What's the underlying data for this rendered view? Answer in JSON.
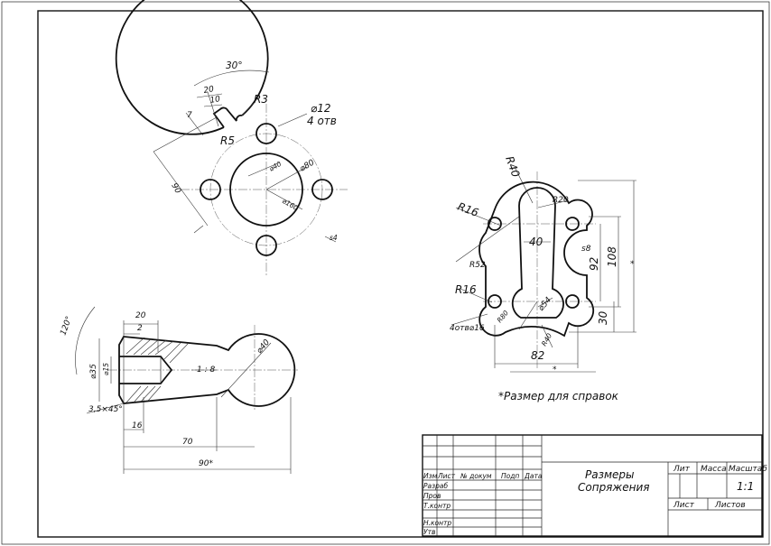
{
  "flange": {
    "angle": "30°",
    "slot_width": "20",
    "slot_gap": "10",
    "slot_depth": "7",
    "slot_radius": "R3",
    "hole_dia": "⌀12",
    "hole_count": "4 отв",
    "corner_radius": "R5",
    "inner_dia": "⌀40",
    "pcd_dia": "⌀80",
    "outer_dia": "⌀160",
    "height": "90",
    "thickness": "s4"
  },
  "plate": {
    "top_radius": "R40",
    "corner_radius": "R16",
    "slot_radius": "R20",
    "inner_width": "40",
    "thickness": "s8",
    "hole_span": "92",
    "height": "108",
    "arc_radius": "R52",
    "bottom_corner_radius": "R16",
    "small_dia": "⌀54",
    "arc_r80": "R80",
    "holes": "4отв⌀16",
    "arc_r40": "R40",
    "bottom_height": "30",
    "width": "82",
    "star": "*"
  },
  "shaft": {
    "angle": "120°",
    "length_top": "20",
    "length_small": "2",
    "dia_outer": "⌀35",
    "dia_inner": "⌀15",
    "taper": "1 : 8",
    "ball_dia": "⌀40",
    "chamfer": "3,5×45°",
    "length_16": "16",
    "length_70": "70",
    "length_90": "90*"
  },
  "note": "*Размер для справок",
  "title_block": {
    "name_line1": "Размеры",
    "name_line2": "Сопряжения",
    "col_izm": "Изм",
    "col_list": "Лист",
    "col_doc": "№ докум",
    "col_sign": "Подп",
    "col_date": "Дата",
    "row_razrab": "Разраб",
    "row_prov": "Пров",
    "row_tkontr": "Т.контр",
    "row_nkontr": "Н.контр",
    "row_utv": "Утв",
    "lit": "Лит",
    "massa": "Масса",
    "masshtab": "Масштаб",
    "scale_value": "1:1",
    "list": "Лист",
    "listov": "Листов"
  }
}
